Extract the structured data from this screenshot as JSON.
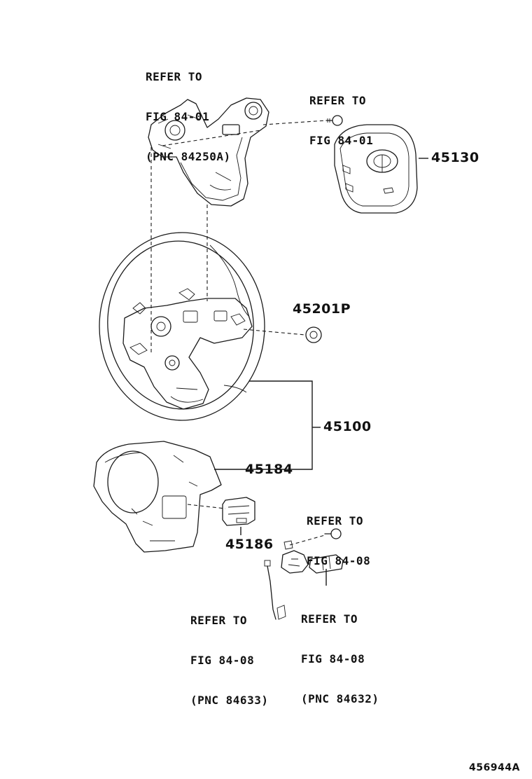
{
  "refs": {
    "top_left": [
      "REFER TO",
      "FIG 84-01",
      "(PNC 84250A)"
    ],
    "top_right": [
      "REFER TO",
      "FIG 84-01"
    ],
    "mid_right": [
      "REFER TO",
      "FIG 84-08"
    ],
    "bottom_left": [
      "REFER TO",
      "FIG 84-08",
      "(PNC 84633)"
    ],
    "bottom_right": [
      "REFER TO",
      "FIG 84-08",
      "(PNC 84632)"
    ]
  },
  "part_numbers": {
    "airbag": "45130",
    "cap": "45201P",
    "wheel": "45100",
    "cover": "45184",
    "spiral_cable": "45186"
  },
  "catalog_number": "456944A"
}
